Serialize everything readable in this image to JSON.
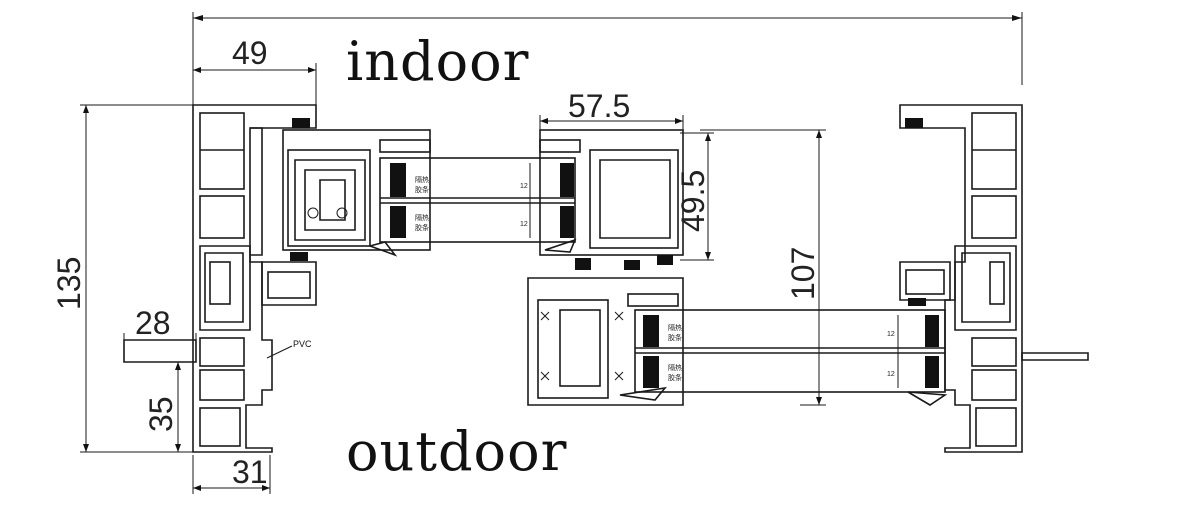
{
  "labels": {
    "indoor": "indoor",
    "outdoor": "outdoor",
    "material": "PVC"
  },
  "dimensions": {
    "total_height": "135",
    "frame_depth_top": "49",
    "sash_width": "57.5",
    "sash_height": "49.5",
    "outer_sash_offset": "107",
    "fin_length": "28",
    "fin_offset": "35",
    "bottom_width": "31"
  },
  "glass": {
    "pane_thickness": "12",
    "upper_unit": {
      "tag_a": "隔热",
      "tag_b": "胶条",
      "tag_c": "隔热",
      "tag_d": "胶条"
    },
    "lower_unit": {
      "tag_a": "隔热",
      "tag_b": "胶条",
      "tag_c": "隔热",
      "tag_d": "胶条"
    }
  }
}
